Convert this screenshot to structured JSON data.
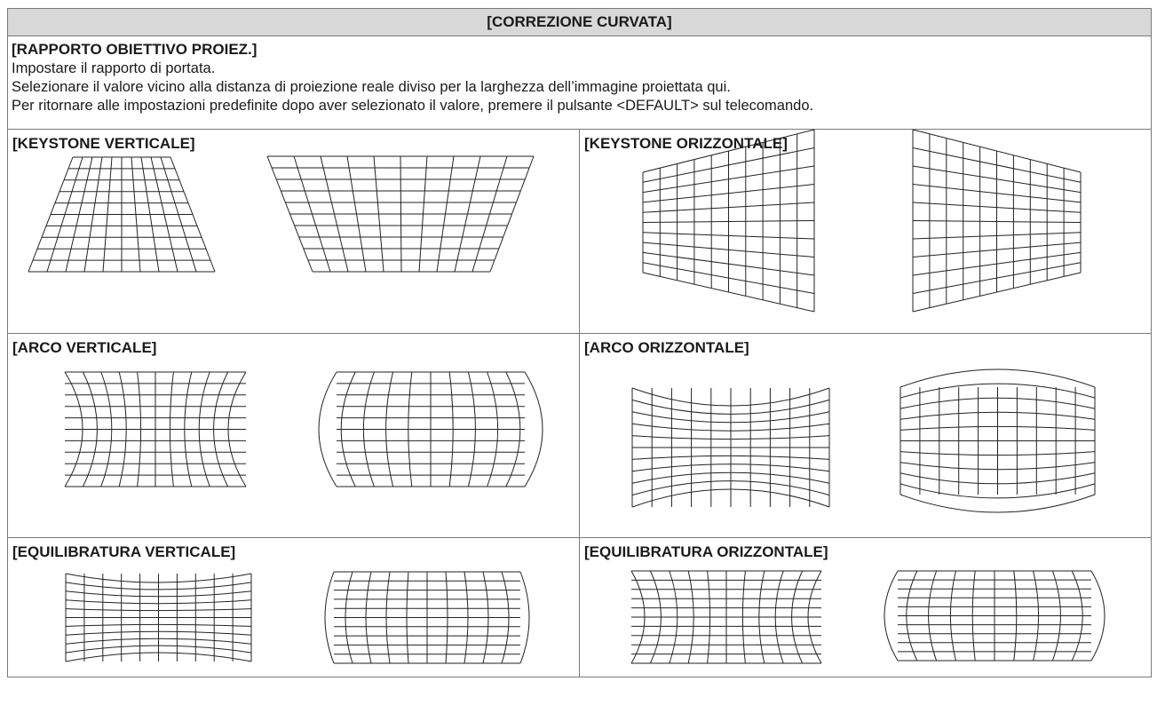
{
  "page": {
    "title": "[CORREZIONE CURVATA]"
  },
  "intro": {
    "heading": "[RAPPORTO OBIETTIVO PROIEZ.]",
    "line1": "Impostare il rapporto di portata.",
    "line2": "Selezionare il valore vicino alla distanza di proiezione reale diviso per la larghezza dell’immagine proiettata qui.",
    "line3": "Per ritornare alle impostazioni predefinite dopo aver selezionato il valore, premere il pulsante <DEFAULT> sul telecomando."
  },
  "panels": {
    "keystone_vertical": "[KEYSTONE VERTICALE]",
    "keystone_horizontal": "[KEYSTONE ORIZZONTALE]",
    "arc_vertical": "[ARCO VERTICALE]",
    "arc_horizontal": "[ARCO ORIZZONTALE]",
    "balance_vertical": "[EQUILIBRATURA VERTICALE]",
    "balance_horizontal": "[EQUILIBRATURA ORIZZONTALE]"
  },
  "colors": {
    "title_background": "#d8d8d8",
    "border": "#7a7a7a",
    "grid_line": "#222222"
  }
}
